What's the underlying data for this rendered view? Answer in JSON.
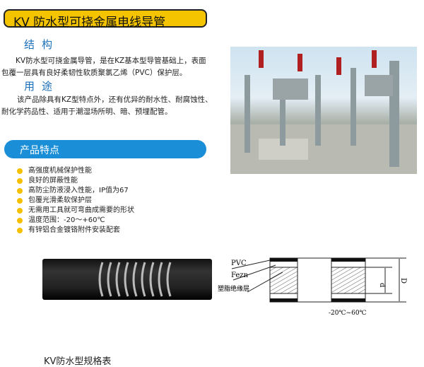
{
  "title": "KV  防水型可挠金属电线导管",
  "structure": {
    "heading": "结构",
    "text": "KV防水型可挠金属导管，是在KZ基本型导管基础上，表面包覆一层具有良好柔韧性软质聚氯乙烯（PVC）保护层。"
  },
  "usage": {
    "heading": "用途",
    "text": "该产品除具有KZ型特点外，还有优异的耐水性、耐腐蚀性、耐化学药品性、适用于潮湿场所明、暗、预埋配管。"
  },
  "features": {
    "heading": "产品特点",
    "items": [
      "高强度机械保护性能",
      "良好的屏蔽性能",
      "高防尘防液浸入性能，IP值为67",
      "包覆光滑柔软保护层",
      "无需用工具就可弯曲成需要的形状",
      "温度范围：-20～+60℃",
      "有锌铝合金镀铬附件安装配套"
    ]
  },
  "diagram": {
    "labels": {
      "pvc": "PVC",
      "fezn": "Fezn",
      "insulation": "塑脂绝缘层",
      "d": "d",
      "D": "D",
      "temp": "-20℃~60℃"
    }
  },
  "spec_table_title": "KV防水型规格表"
}
